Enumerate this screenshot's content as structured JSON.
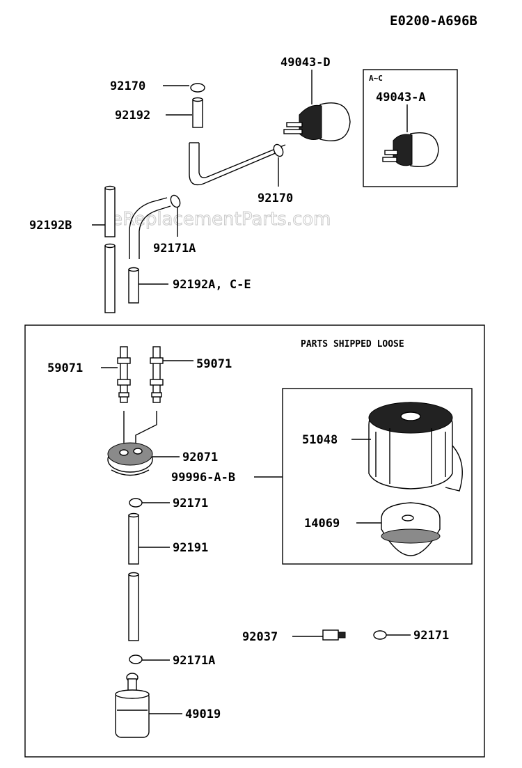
{
  "diagram_code": "E0200-A696B",
  "watermark": "eReplacementParts.com",
  "inset_variant": "A~C",
  "loose_box_title": "PARTS SHIPPED LOOSE",
  "parts": {
    "p92170_top": "92170",
    "p92192": "92192",
    "p49043_d": "49043-D",
    "p49043_a": "49043-A",
    "p92170_mid": "92170",
    "p92192b": "92192B",
    "p92171a_top": "92171A",
    "p92192a": "92192A, C-E",
    "p59071_left": "59071",
    "p59071_right": "59071",
    "p92071": "92071",
    "p99996": "99996-A-B",
    "p51048": "51048",
    "p14069": "14069",
    "p92171_a": "92171",
    "p92191": "92191",
    "p92037": "92037",
    "p92171_b": "92171",
    "p92171a_bottom": "92171A",
    "p49019": "49019"
  }
}
